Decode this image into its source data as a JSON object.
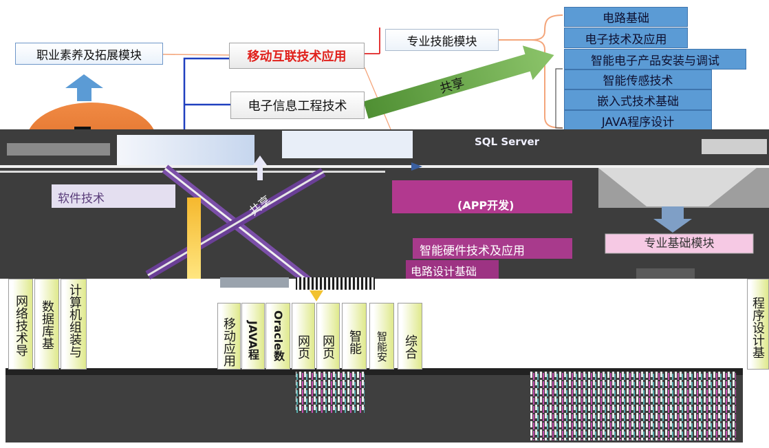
{
  "modules": {
    "literacy": "职业素养及拓展模块",
    "mobile": "移动互联技术应用",
    "electronic": "电子信息工程技术",
    "skill": "专业技能模块",
    "software": "软件技术",
    "basic": "专业基础模块"
  },
  "share_labels": [
    "共享",
    "共享"
  ],
  "skill_courses": [
    "电路基础",
    "电子技术及应用",
    "智能电子产品安装与调试",
    "智能传感技术",
    "嵌入式技术基础",
    "JAVA程序设计"
  ],
  "middle_courses": {
    "sql": "SQL Server",
    "app": "(APP开发)",
    "hardware": "智能硬件技术及应用",
    "circuit": "电路设计基础"
  },
  "basic_courses_left": [
    "网络技术导",
    "数据库基",
    "计算机组装与"
  ],
  "basic_courses_mid": [
    "移动应用",
    "JAVA程",
    "Oracle数据",
    "网页",
    "网页",
    "智能",
    "智能安",
    "综合"
  ],
  "basic_courses_right": [
    "程序设计基"
  ],
  "colors": {
    "skill_box": "#5b9bd5",
    "mobile_text": "#e0201b",
    "share_arrow": "#70ad47",
    "up_arrow": "#5b9bd5",
    "dome": "#ed7d31",
    "connector_blue": "#1f3fbf",
    "connector_orange": "#f0a070",
    "course_box": "#dfe98c",
    "pink_box": "#b2398f"
  }
}
